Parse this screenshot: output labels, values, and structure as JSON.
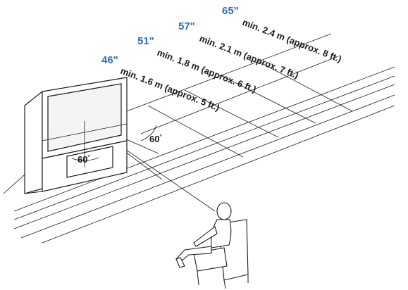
{
  "screen_sizes": [
    {
      "size": "46\"",
      "distance": "min. 1.6 m (approx. 5 ft.)",
      "color": "#2f6db3"
    },
    {
      "size": "51\"",
      "distance": "min. 1.8 m (approx. 6 ft.)",
      "color": "#2f6db3"
    },
    {
      "size": "57\"",
      "distance": "min. 2.1 m (approx. 7 ft.)",
      "color": "#2f6db3"
    },
    {
      "size": "65\"",
      "distance": "min. 2.4 m (approx. 8 ft.)",
      "color": "#2f6db3"
    }
  ],
  "angles": {
    "horizontal": "60",
    "vertical": "60",
    "unit": "°"
  }
}
